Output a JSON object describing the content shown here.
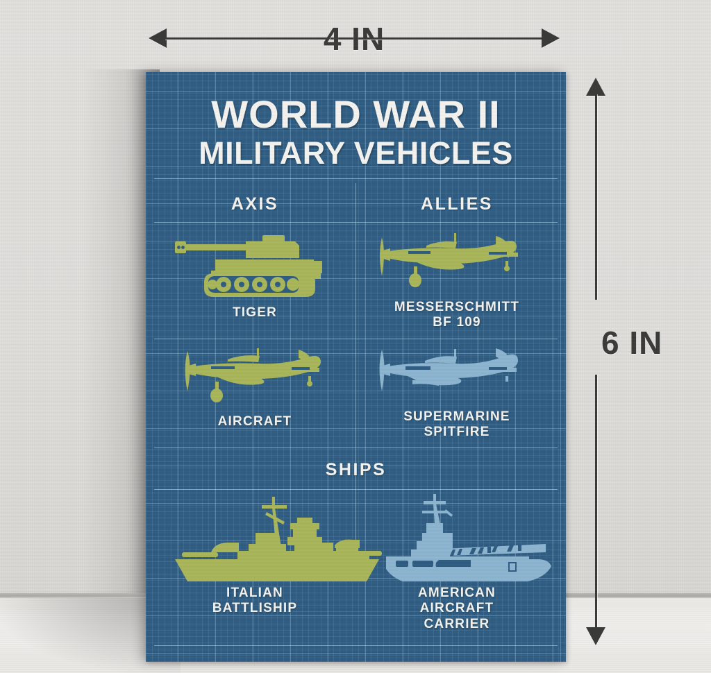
{
  "dimensions": {
    "width_label": "4 IN",
    "height_label": "6 IN"
  },
  "poster": {
    "title_line1": "WORLD WAR II",
    "title_line2": "MILITARY VEHICLES",
    "colors": {
      "background": "#2e5b80",
      "grid": "#a8d0ec",
      "text": "#f4f2ee",
      "axis_fill": "#a8b558",
      "allies_fill": "#8cb4ce"
    },
    "sections": [
      {
        "id": "axis",
        "heading": "AXIS"
      },
      {
        "id": "allies",
        "heading": "ALLIES"
      },
      {
        "id": "ships",
        "heading": "SHIPS"
      }
    ],
    "items": [
      {
        "label": "TIGER",
        "icon": "tank-icon",
        "side": "axis",
        "color": "#a8b558"
      },
      {
        "label": "MESSERSCHMITT\nBF 109",
        "icon": "fighter-plane-icon",
        "side": "allies",
        "color": "#a8b558"
      },
      {
        "label": "AIRCRAFT",
        "icon": "fighter-plane-icon",
        "side": "axis",
        "color": "#a8b558"
      },
      {
        "label": "SUPERMARINE\nSPITFIRE",
        "icon": "fighter-plane-icon",
        "side": "allies",
        "color": "#8cb4ce"
      },
      {
        "label": "ITALIAN\nBATTLISHIP",
        "icon": "battleship-icon",
        "side": "ships",
        "color": "#a8b558"
      },
      {
        "label": "AMERICAN\nAIRCRAFT\nCARRIER",
        "icon": "aircraft-carrier-icon",
        "side": "ships",
        "color": "#8cb4ce"
      }
    ],
    "item_labels": {
      "tiger": "TIGER",
      "messerschmitt_l1": "MESSERSCHMITT",
      "messerschmitt_l2": "BF 109",
      "aircraft": "AIRCRAFT",
      "spitfire_l1": "SUPERMARINE",
      "spitfire_l2": "SPITFIRE",
      "battleship_l1": "ITALIAN",
      "battleship_l2": "BATTLISHIP",
      "carrier_l1": "AMERICAN",
      "carrier_l2": "AIRCRAFT",
      "carrier_l3": "CARRIER"
    }
  }
}
